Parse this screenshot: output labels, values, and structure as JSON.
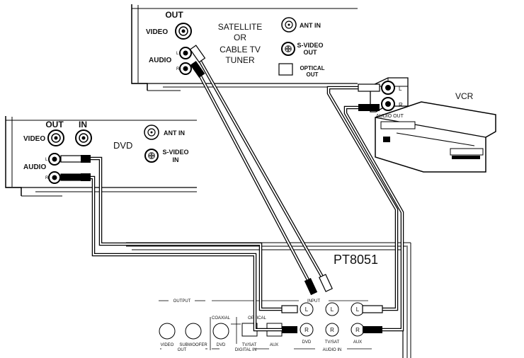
{
  "satellite": {
    "out": "OUT",
    "video": "VIDEO",
    "audio": "AUDIO",
    "l": "L",
    "r": "R",
    "title1": "SATELLITE",
    "title2": "OR",
    "title3": "CABLE TV",
    "title4": "TUNER",
    "ant_in": "ANT IN",
    "svideo1": "S-VIDEO",
    "svideo2": "OUT",
    "optical1": "OPTICAL",
    "optical2": "OUT"
  },
  "dvd": {
    "out": "OUT",
    "in": "IN",
    "video": "VIDEO",
    "audio": "AUDIO",
    "l": "L",
    "r": "R",
    "title": "DVD",
    "ant_in": "ANT IN",
    "svideo1": "S-VIDEO",
    "svideo2": "IN"
  },
  "vcr": {
    "title": "VCR",
    "l": "L",
    "r": "R",
    "audio_out": "AUDIO OUT"
  },
  "receiver": {
    "model": "PT8051",
    "output": "OUTPUT",
    "input": "INPUT",
    "coaxial": "COAXIAL",
    "optical": "OPTICAL",
    "video": "VIDEO",
    "subwoofer": "SUBWOOFER",
    "out": "OUT",
    "dvd": "DVD",
    "tvsat": "TV/SAT",
    "aux": "AUX",
    "digital_in": "DIGITAL IN",
    "audio_in": "AUDIO IN",
    "l": "L",
    "r": "R"
  }
}
